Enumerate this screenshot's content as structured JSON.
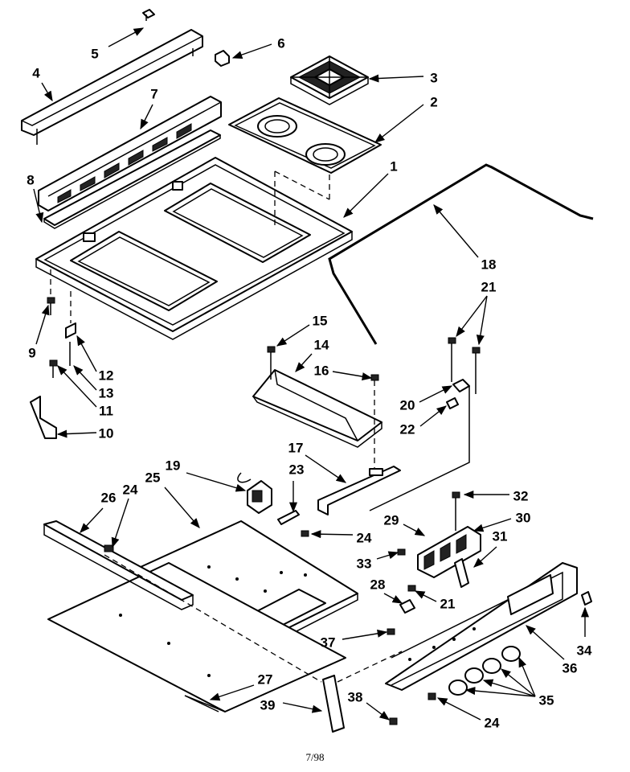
{
  "diagram": {
    "footer_code": "7/98",
    "callouts": [
      {
        "id": "c5",
        "text": "5"
      },
      {
        "id": "c6",
        "text": "6"
      },
      {
        "id": "c3",
        "text": "3"
      },
      {
        "id": "c4",
        "text": "4"
      },
      {
        "id": "c7",
        "text": "7"
      },
      {
        "id": "c2",
        "text": "2"
      },
      {
        "id": "c1",
        "text": "1"
      },
      {
        "id": "c8",
        "text": "8"
      },
      {
        "id": "c18",
        "text": "18"
      },
      {
        "id": "c21a",
        "text": "21"
      },
      {
        "id": "c9",
        "text": "9"
      },
      {
        "id": "c15",
        "text": "15"
      },
      {
        "id": "c14",
        "text": "14"
      },
      {
        "id": "c12",
        "text": "12"
      },
      {
        "id": "c16",
        "text": "16"
      },
      {
        "id": "c13",
        "text": "13"
      },
      {
        "id": "c11",
        "text": "11"
      },
      {
        "id": "c20",
        "text": "20"
      },
      {
        "id": "c22",
        "text": "22"
      },
      {
        "id": "c10",
        "text": "10"
      },
      {
        "id": "c17",
        "text": "17"
      },
      {
        "id": "c19",
        "text": "19"
      },
      {
        "id": "c23",
        "text": "23"
      },
      {
        "id": "c25",
        "text": "25"
      },
      {
        "id": "c24a",
        "text": "24"
      },
      {
        "id": "c26",
        "text": "26"
      },
      {
        "id": "c32",
        "text": "32"
      },
      {
        "id": "c29",
        "text": "29"
      },
      {
        "id": "c30",
        "text": "30"
      },
      {
        "id": "c24b",
        "text": "24"
      },
      {
        "id": "c31",
        "text": "31"
      },
      {
        "id": "c33",
        "text": "33"
      },
      {
        "id": "c28",
        "text": "28"
      },
      {
        "id": "c21b",
        "text": "21"
      },
      {
        "id": "c37",
        "text": "37"
      },
      {
        "id": "c34",
        "text": "34"
      },
      {
        "id": "c36",
        "text": "36"
      },
      {
        "id": "c27",
        "text": "27"
      },
      {
        "id": "c38",
        "text": "38"
      },
      {
        "id": "c35",
        "text": "35"
      },
      {
        "id": "c39",
        "text": "39"
      },
      {
        "id": "c24c",
        "text": "24"
      }
    ]
  }
}
